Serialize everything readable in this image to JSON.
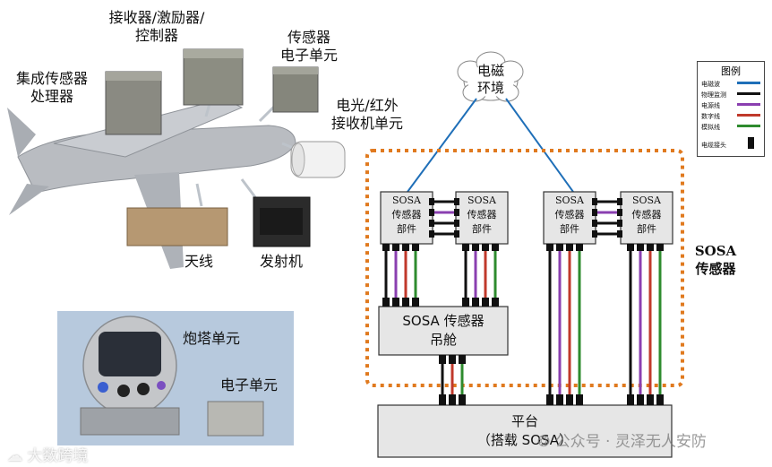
{
  "labels": {
    "integrated_processor": [
      "集成传感器",
      "处理器"
    ],
    "receiver_exciter": [
      "接收器/激励器/",
      "控制器"
    ],
    "sensor_electronics": [
      "传感器",
      "电子单元"
    ],
    "eo_ir": [
      "电光/红外",
      "接收机单元"
    ],
    "antenna": "天线",
    "transmitter": "发射机",
    "turret": "炮塔单元",
    "electronics_unit": "电子单元",
    "em_environment": [
      "电磁",
      "环境"
    ],
    "sosa_sensor": [
      "SOSA",
      "传感器"
    ],
    "component": [
      "SOSA",
      "传感器",
      "部件"
    ],
    "pod": [
      "SOSA 传感器",
      "吊舱"
    ],
    "platform": [
      "平台",
      "（搭载 SOSA）"
    ]
  },
  "legend": {
    "title": "图例",
    "items": [
      {
        "label": "电磁波",
        "color": "#1f6fb8"
      },
      {
        "label": "物理监测",
        "color": "#111111"
      },
      {
        "label": "电源线",
        "color": "#8a3fb0"
      },
      {
        "label": "数字线",
        "color": "#c0392b"
      },
      {
        "label": "模拟线",
        "color": "#2e8b2e"
      },
      {
        "label": "电缆接头",
        "color": "#111111"
      }
    ]
  },
  "watermarks": {
    "left": "大数跨境",
    "right": "公众号 · 灵泽无人安防"
  },
  "colors": {
    "boundary": "#e07a1f",
    "box_fill": "#e6e6e6",
    "em_wave": "#1f6fb8",
    "power": "#8a3fb0",
    "digital": "#c0392b",
    "analog": "#2e8b2e",
    "physical": "#111111"
  }
}
